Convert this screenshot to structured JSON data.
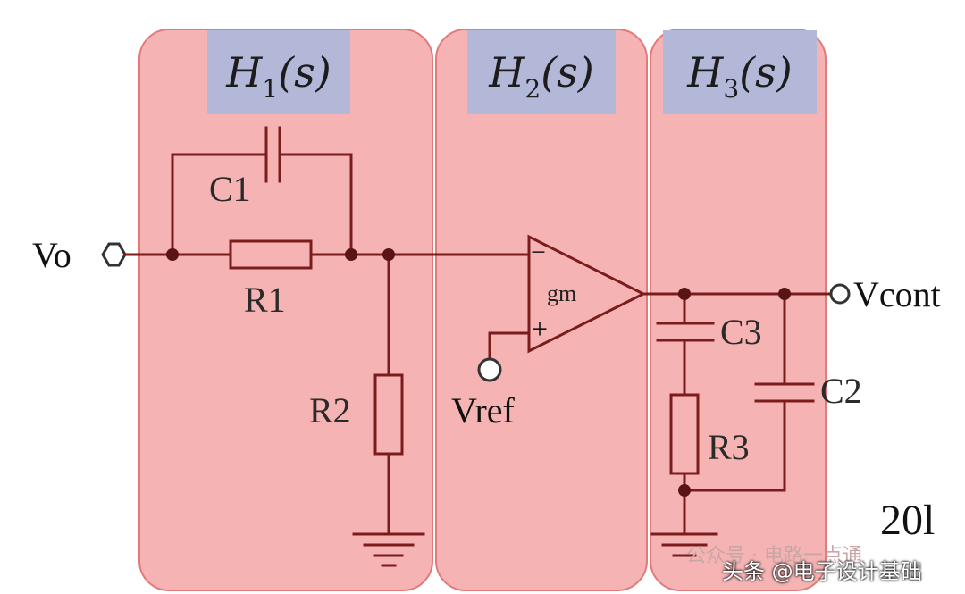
{
  "blocks": [
    {
      "name": "H",
      "sub": "1",
      "arg": "(s)"
    },
    {
      "name": "H",
      "sub": "2",
      "arg": "(s)"
    },
    {
      "name": "H",
      "sub": "3",
      "arg": "(s)"
    }
  ],
  "labels": {
    "input": "Vo",
    "output": "Vcont",
    "c1": "C1",
    "r1": "R1",
    "r2": "R2",
    "gm": "gm",
    "vref": "Vref",
    "c3": "C3",
    "c2": "C2",
    "r3": "R3",
    "opamp_minus": "−",
    "opamp_plus": "+",
    "partial_text": "20l"
  },
  "watermark": {
    "faint": "公众号 · 电路一点通",
    "main": "头条 @电子设计基础"
  },
  "colors": {
    "panel_fill": "#f5b3b3",
    "panel_border": "#e27a7a",
    "header_fill": "#b3b8d9",
    "wire": "#7a1c1c"
  }
}
